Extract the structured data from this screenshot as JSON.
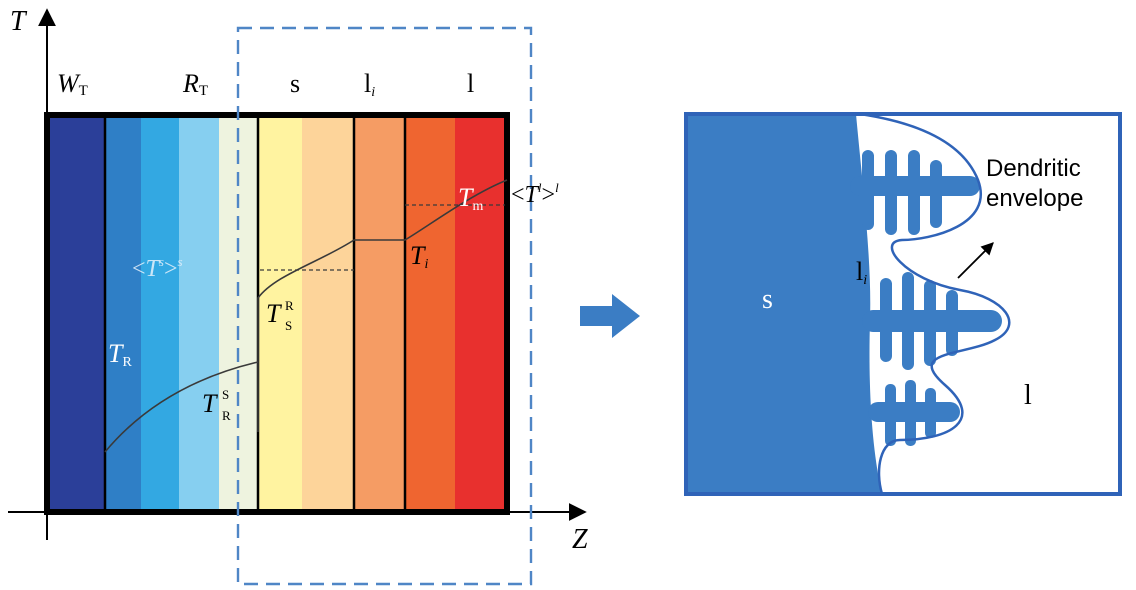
{
  "left_panel": {
    "y_axis_label": "T",
    "x_axis_label": "Z",
    "regions": {
      "wall": {
        "main": "W",
        "sub": "T"
      },
      "roller": {
        "main": "R",
        "sub": "T"
      },
      "solid": "s",
      "interface": {
        "main": "l",
        "sub": "i"
      },
      "liquid": "l"
    },
    "labels": {
      "avg_temp_liquid": {
        "open": "<",
        "main": "T",
        "sup": "l",
        "close": ">",
        "sup2": "l"
      },
      "avg_temp_solid": {
        "open": "<",
        "main": "T",
        "sup": "s",
        "close": ">",
        "sup2": "s"
      },
      "t_m": {
        "main": "T",
        "sub": "m"
      },
      "t_i": {
        "main": "T",
        "sub": "i"
      },
      "t_s_r": {
        "main": "T",
        "sup": "R",
        "sub": "S"
      },
      "t_r": {
        "main": "T",
        "sub": "R"
      },
      "t_r_s": {
        "main": "T",
        "sup": "S",
        "sub": "R"
      }
    },
    "colors": {
      "wall": "#2b3f99",
      "roller_bands": [
        "#2f7fc6",
        "#33a8e2",
        "#86cff0",
        "#eef3df"
      ],
      "solid_bands": [
        "#fff3a0",
        "#fdd49a"
      ],
      "interface": "#f59c64",
      "liquid_bands": [
        "#ef6530",
        "#e8302e"
      ],
      "dashed_box": "#4f86c6"
    }
  },
  "right_panel": {
    "solid_label": "s",
    "interface_label": {
      "main": "l",
      "sub": "i"
    },
    "liquid_label": "l",
    "envelope_label_line1": "Dendritic",
    "envelope_label_line2": "envelope",
    "colors": {
      "solid": "#3b7dc4",
      "envelope": "#2f63b8",
      "arrow": "#3b7dc4"
    }
  }
}
